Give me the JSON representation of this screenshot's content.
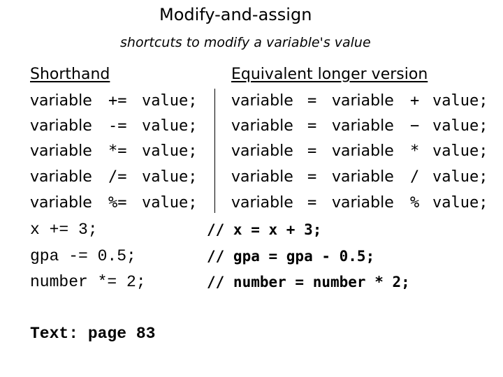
{
  "title": "Modify-and-assign",
  "subtitle": "shortcuts to modify a variable's value",
  "headers": {
    "left": "Shorthand",
    "right": "Equivalent longer version"
  },
  "shorthand_rows": [
    {
      "var": "variable",
      "op": "+=",
      "rhs": "value;"
    },
    {
      "var": "variable",
      "op": "-=",
      "rhs": "value;"
    },
    {
      "var": "variable",
      "op": "*=",
      "rhs": "value;"
    },
    {
      "var": "variable",
      "op": "/=",
      "rhs": "value;"
    },
    {
      "var": "variable",
      "op": "%=",
      "rhs": "value;"
    }
  ],
  "longer_rows": [
    {
      "var": "variable",
      "eq": "=",
      "var2": "variable",
      "op": "+",
      "rhs": "value;"
    },
    {
      "var": "variable",
      "eq": "=",
      "var2": "variable",
      "op": "−",
      "rhs": "value;"
    },
    {
      "var": "variable",
      "eq": "=",
      "var2": "variable",
      "op": "*",
      "rhs": "value;"
    },
    {
      "var": "variable",
      "eq": "=",
      "var2": "variable",
      "op": "/",
      "rhs": "value;"
    },
    {
      "var": "variable",
      "eq": "=",
      "var2": "variable",
      "op": "%",
      "rhs": "value;"
    }
  ],
  "examples": [
    {
      "code": "x += 3;",
      "comment": "// x = x + 3;"
    },
    {
      "code": "gpa -= 0.5;",
      "comment": "// gpa = gpa - 0.5;"
    },
    {
      "code": "number *= 2;",
      "comment": "// number = number * 2;"
    }
  ],
  "footer": "Text: page 83"
}
